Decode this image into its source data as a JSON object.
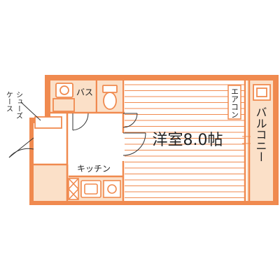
{
  "floorplan": {
    "room_label": "洋室8.0帖",
    "bath_label": "バス",
    "kitchen_label": "キッチン",
    "aircon_label": "エアコン",
    "balcony_label": "バルコニー",
    "shoe_case_line1": "シューズ",
    "shoe_case_line2": "ケース"
  },
  "colors": {
    "wall": "#f08a4f",
    "fill": "#fbe0c8",
    "text": "#222222"
  }
}
